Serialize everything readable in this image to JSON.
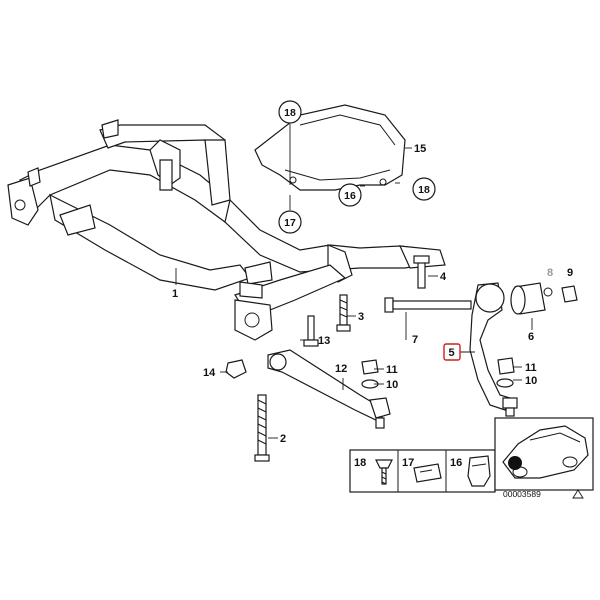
{
  "labels": {
    "p1": "1",
    "p2": "2",
    "p3": "3",
    "p4": "4",
    "p6": "6",
    "p7": "7",
    "p8": "8",
    "p9": "9",
    "p10a": "10",
    "p10b": "10",
    "p11a": "11",
    "p11b": "11",
    "p12": "12",
    "p13": "13",
    "p14": "14",
    "p15": "15"
  },
  "circled": {
    "c18a": "18",
    "c17": "17",
    "c16": "16",
    "c18b": "18"
  },
  "highlighted_label": "5",
  "legend_boxes": {
    "b18": "18",
    "b17": "17",
    "b16": "16"
  },
  "reference_number": "00003589",
  "colors": {
    "line": "#1a1a1a",
    "highlight": "#cc1f1f",
    "muted_label": "#9a9a9a"
  }
}
